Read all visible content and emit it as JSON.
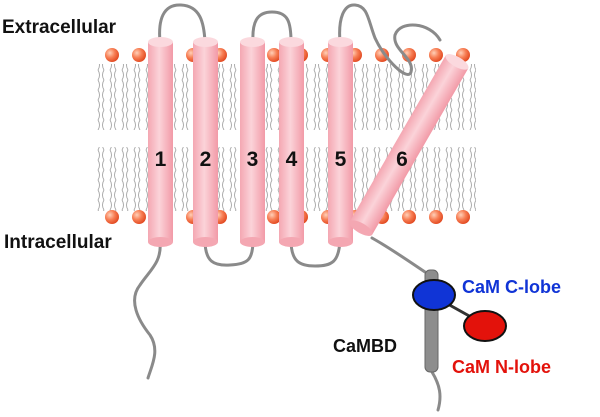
{
  "membrane_labels": {
    "top": "Extracellular",
    "bottom": "Intracellular"
  },
  "helices": [
    {
      "number": "1"
    },
    {
      "number": "2"
    },
    {
      "number": "3"
    },
    {
      "number": "4"
    },
    {
      "number": "5"
    },
    {
      "number": "6"
    }
  ],
  "domains": {
    "camkd": "CaMBD",
    "c_lobe": "CaM C-lobe",
    "n_lobe": "CaM N-lobe"
  },
  "colors": {
    "helix_fill": "#f7b3bd",
    "helix_edge": "#f3c8ce",
    "lipid_head": "#f2643b",
    "loop": "#8a8a8a",
    "lipid_tail": "#9a9a9a",
    "c_lobe": "#1034d6",
    "n_lobe": "#e3120b",
    "camkd_rod": "#8d8d8d",
    "text": "#111111"
  }
}
